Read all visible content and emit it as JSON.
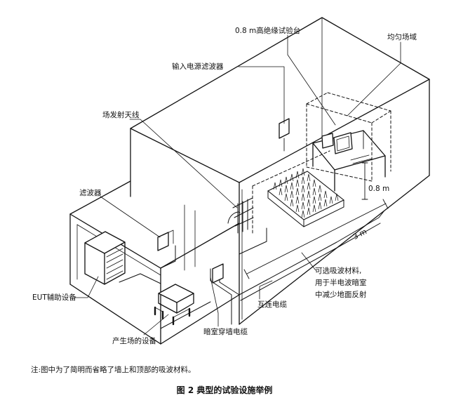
{
  "labels": {
    "table": "0.8 m高绝缘试验台",
    "uniform_field": "均匀场域",
    "input_filter": "输入电源滤波器",
    "field_antenna": "场发射天线",
    "filter": "滤波器",
    "eut_aux": "EUT辅助设备",
    "field_gen": "产生场的设备",
    "wall_cable": "暗室穿墙电缆",
    "interconnect": "互连电缆",
    "absorber_1": "可选吸波材料,",
    "absorber_2": "用于半电波暗室",
    "absorber_3": "中减少地面反射",
    "height": "0.8 m",
    "distance": "3 m"
  },
  "note": "注:图中为了简明而省略了墙上和顶部的吸波材料。",
  "caption": "图 2   典型的试验设施举例"
}
